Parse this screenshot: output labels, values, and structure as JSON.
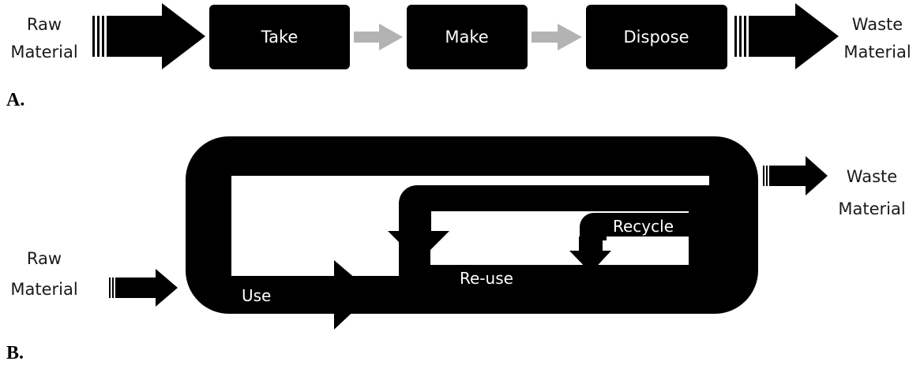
{
  "panel_a": {
    "label": "A.",
    "input": {
      "line1": "Raw",
      "line2": "Material"
    },
    "steps": [
      {
        "label": "Take"
      },
      {
        "label": "Make"
      },
      {
        "label": "Dispose"
      }
    ],
    "output": {
      "line1": "Waste",
      "line2": "Material"
    }
  },
  "panel_b": {
    "label": "B.",
    "input": {
      "line1": "Raw",
      "line2": "Material"
    },
    "output": {
      "line1": "Waste",
      "line2": "Material"
    },
    "loops": {
      "use": "Use",
      "reuse": "Re-use",
      "recycle": "Recycle"
    }
  },
  "colors": {
    "box": "#000000",
    "connector": "#b3b3b3",
    "background": "#ffffff"
  }
}
